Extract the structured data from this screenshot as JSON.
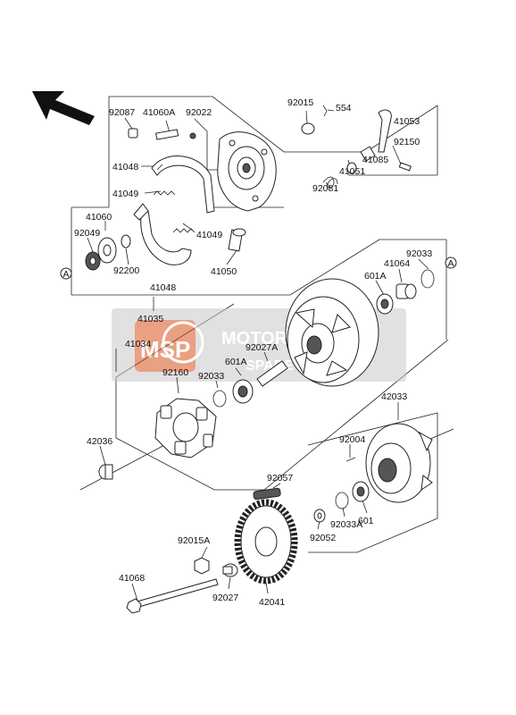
{
  "watermark": {
    "brand": "MSP",
    "text_main": "MOTORCYCLE",
    "text_sub": "SPARE PARTS"
  },
  "callouts": {
    "ref_a_left": "A",
    "ref_a_right": "A",
    "p92087": "92087",
    "p41060A": "41060A",
    "p92022": "92022",
    "p92015": "92015",
    "p554": "554",
    "p41053": "41053",
    "p92150": "92150",
    "p41085": "41085",
    "p41051": "41051",
    "p92081": "92081",
    "p41048_top": "41048",
    "p41049_top": "41049",
    "p41049_mid": "41049",
    "p41060": "41060",
    "p92049": "92049",
    "p92200": "92200",
    "p41050": "41050",
    "p41048_bot": "41048",
    "p41035": "41035",
    "p92033_top": "92033",
    "p41064": "41064",
    "p601A_top": "601A",
    "p41034": "41034",
    "p92160": "92160",
    "p92027A": "92027A",
    "p601A_mid": "601A",
    "p92033_mid": "92033",
    "p42033": "42033",
    "p42036": "42036",
    "p92004": "92004",
    "p92057": "92057",
    "p92015A": "92015A",
    "p92052": "92052",
    "p92033A": "92033A",
    "p601": "601",
    "p41068": "41068",
    "p92027": "92027",
    "p42041": "42041"
  }
}
